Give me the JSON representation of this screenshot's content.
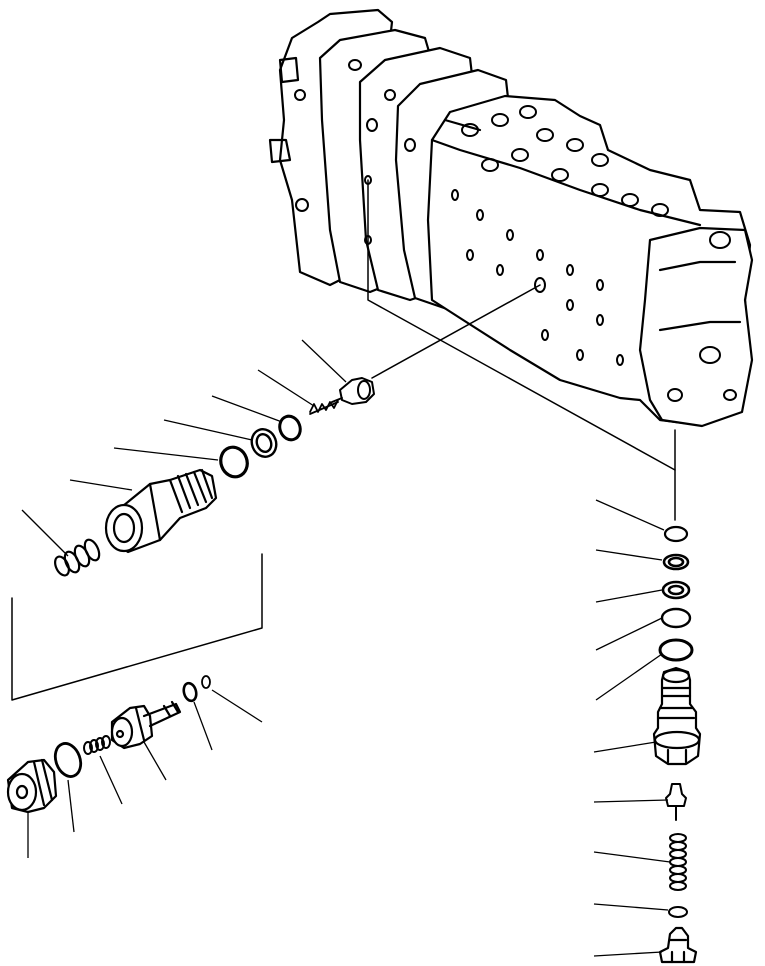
{
  "figure": {
    "kind": "exploded parts diagram",
    "ink_color": "#000000",
    "background_color": "#ffffff",
    "left_group_leaders": 15,
    "right_group_leaders": 10
  }
}
